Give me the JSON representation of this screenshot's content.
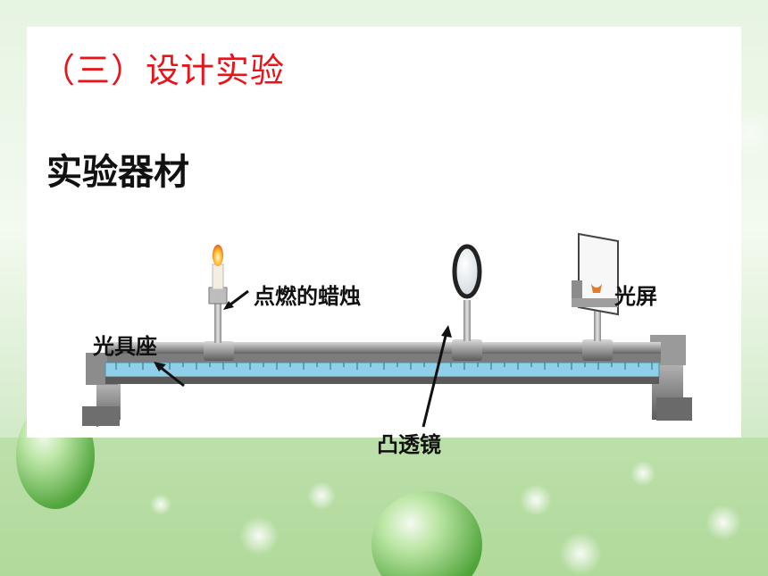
{
  "slide": {
    "title": "（三）设计实验",
    "subtitle": "实验器材"
  },
  "labels": {
    "candle": "点燃的蜡烛",
    "screen": "光屏",
    "bench": "光具座",
    "lens": "凸透镜"
  },
  "colors": {
    "title": "#e8141b",
    "text": "#111111",
    "ruler": "#8fd0e8"
  }
}
